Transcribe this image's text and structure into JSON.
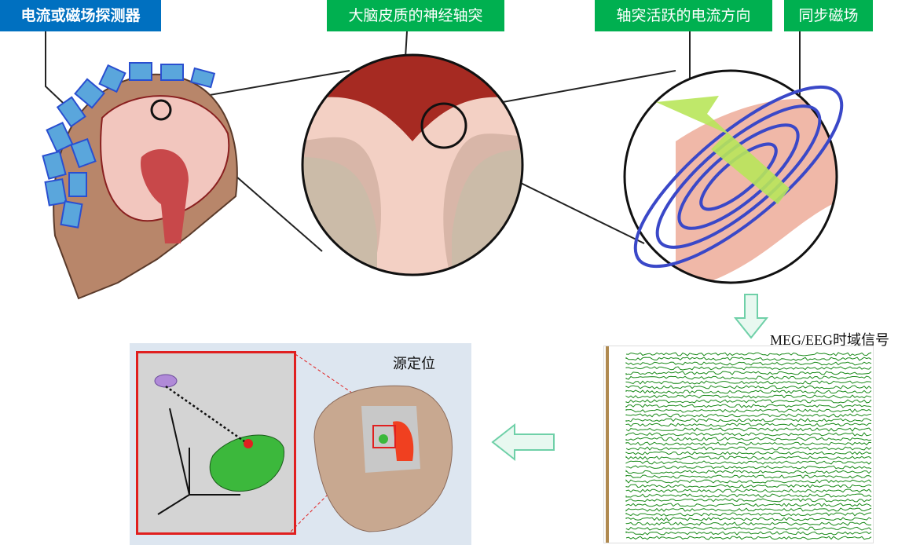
{
  "labels": {
    "detector": "电流或磁场探测器",
    "cortex_axons": "大脑皮质的神经轴突",
    "current_direction": "轴突活跃的电流方向",
    "sync_field": "同步磁场"
  },
  "signal_label": "MEG/EEG时域信号",
  "source_label": "源定位",
  "colors": {
    "blue_label": "#0070c0",
    "green_label": "#00b050",
    "trace": "#1a8a1a",
    "highlight": "#e02020"
  }
}
